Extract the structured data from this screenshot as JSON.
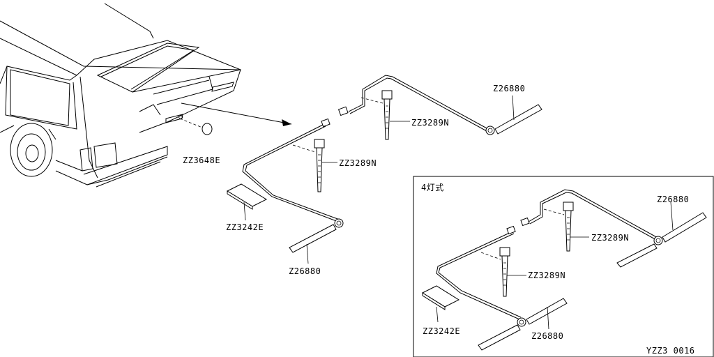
{
  "labels": {
    "grommet": "ZZ3648E",
    "clip_top": "ZZ3289N",
    "clip_mid": "ZZ3289N",
    "tape_main": "ZZ3242E",
    "tape_top": "Z26880",
    "tape_bottom": "Z26880",
    "inset_clip_top": "ZZ3289N",
    "inset_clip_mid": "ZZ3289N",
    "inset_tape": "ZZ3242E",
    "inset_tape_top": "Z26880",
    "inset_tape_bottom": "Z26880"
  },
  "inset_title": "4灯式",
  "figure_code": "YZZ3  0016"
}
